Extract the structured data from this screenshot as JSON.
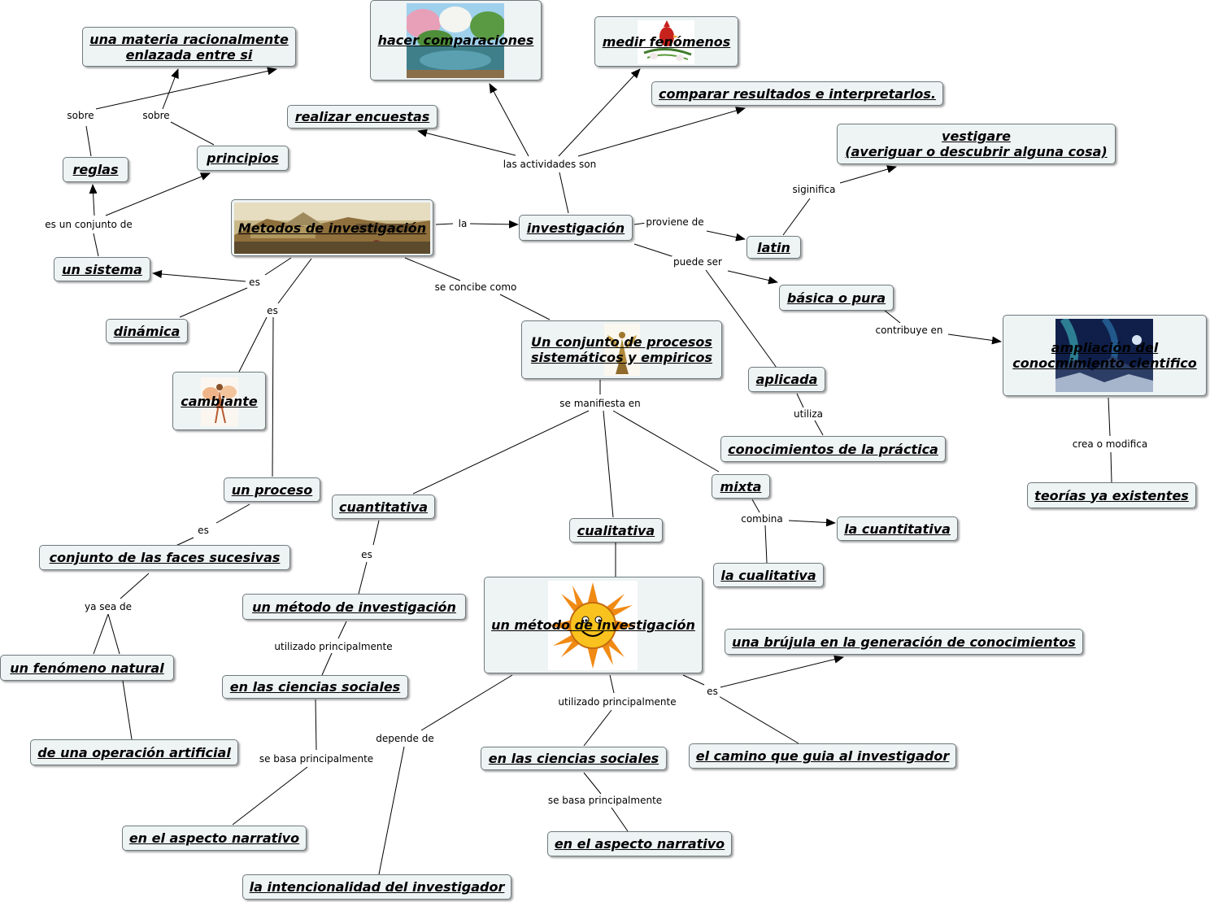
{
  "colors": {
    "node_fill": "#eef3f4",
    "node_border": "#6f7a7d",
    "link": "#000000"
  },
  "nodes": {
    "metodos": "Metodos de investigación",
    "investigacion": "investigación",
    "materia": "una materia racionalmente\nenlazada entre si",
    "reglas": "reglas",
    "principios": "principios",
    "sistema": "un sistema",
    "dinamica": "dinámica",
    "cambiante": "cambiante",
    "proceso": "un proceso",
    "faces": "conjunto de las faces sucesivas",
    "fenomeno": "un fenómeno natural",
    "operacion": "de una operación artificial",
    "comparaciones": "hacer comparaciones",
    "medir": "medir fenómenos",
    "comparar": "comparar resultados e interpretarlos.",
    "encuestas": "realizar encuestas",
    "vestigare": "vestigare\n(averiguar o descubrir alguna cosa)",
    "latin": "latin",
    "basica": "básica o pura",
    "ampliacion": "ampliación del\nconocmimiento cientifico",
    "aplicada": "aplicada",
    "conocimientos": "conocimientos de la práctica",
    "teorias": "teorías ya existentes",
    "conjunto": "Un conjunto de procesos\nsistemáticos y empiricos",
    "cuantitativa": "cuantitativa",
    "cualitativa": "cualitativa",
    "mixta": "mixta",
    "la_cuantitativa": "la cuantitativa",
    "la_cualitativa": "la cualitativa",
    "metodo1": "un método de investigación",
    "sociales1": "en las ciencias sociales",
    "narrativo1": "en el aspecto narrativo",
    "metodo2": "un método de investigación",
    "brujula": "una brújula en la generación de conocimientos",
    "sociales2": "en las ciencias sociales",
    "camino": "el camino que guia al investigador",
    "narrativo2": "en el aspecto narrativo",
    "intencionalidad": "la intencionalidad del investigador"
  },
  "labels": {
    "sobre_a": "sobre",
    "sobre_b": "sobre",
    "es_conjunto_de": "es un conjunto de",
    "la": "la",
    "es_a": "es",
    "es_b": "es",
    "es_c": "es",
    "es_d": "es",
    "es_e": "es",
    "se_concibe": "se concibe como",
    "actividades": "las actividades son",
    "proviene": "proviene de",
    "siginifica": "siginifica",
    "puede_ser": "puede ser",
    "contribuye": "contribuye en",
    "utiliza": "utiliza",
    "crea": "crea o modifica",
    "manifiesta": "se manifiesta en",
    "combina": "combina",
    "ya_sea": "ya sea de",
    "utilizado1": "utilizado principalmente",
    "utilizado2": "utilizado principalmente",
    "basa1": "se basa principalmente",
    "basa2": "se basa principalmente",
    "depende": "depende de"
  }
}
